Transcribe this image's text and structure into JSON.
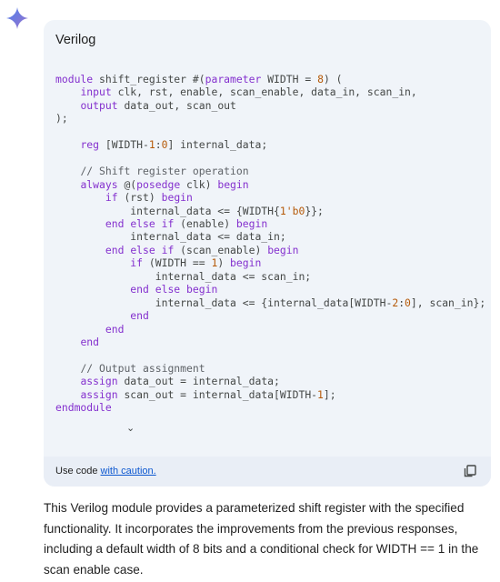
{
  "code_block": {
    "language": "Verilog",
    "lines": [
      [
        {
          "t": "kw",
          "v": "module"
        },
        {
          "t": "",
          "v": " shift_register #("
        },
        {
          "t": "kw",
          "v": "parameter"
        },
        {
          "t": "",
          "v": " WIDTH = "
        },
        {
          "t": "nm",
          "v": "8"
        },
        {
          "t": "",
          "v": ") ("
        }
      ],
      [
        {
          "t": "",
          "v": "    "
        },
        {
          "t": "kw",
          "v": "input"
        },
        {
          "t": "",
          "v": " clk, rst, enable, scan_enable, data_in, scan_in,"
        }
      ],
      [
        {
          "t": "",
          "v": "    "
        },
        {
          "t": "kw",
          "v": "output"
        },
        {
          "t": "",
          "v": " data_out, scan_out"
        }
      ],
      [
        {
          "t": "",
          "v": ");"
        }
      ],
      [],
      [
        {
          "t": "",
          "v": "    "
        },
        {
          "t": "kw",
          "v": "reg"
        },
        {
          "t": "",
          "v": " [WIDTH-"
        },
        {
          "t": "nm",
          "v": "1"
        },
        {
          "t": "",
          "v": ":"
        },
        {
          "t": "nm",
          "v": "0"
        },
        {
          "t": "",
          "v": "] internal_data;"
        }
      ],
      [],
      [
        {
          "t": "",
          "v": "    "
        },
        {
          "t": "cm",
          "v": "// Shift register operation"
        }
      ],
      [
        {
          "t": "",
          "v": "    "
        },
        {
          "t": "kw",
          "v": "always"
        },
        {
          "t": "",
          "v": " @("
        },
        {
          "t": "kw",
          "v": "posedge"
        },
        {
          "t": "",
          "v": " clk) "
        },
        {
          "t": "kw",
          "v": "begin"
        }
      ],
      [
        {
          "t": "",
          "v": "        "
        },
        {
          "t": "kw",
          "v": "if"
        },
        {
          "t": "",
          "v": " (rst) "
        },
        {
          "t": "kw",
          "v": "begin"
        }
      ],
      [
        {
          "t": "",
          "v": "            internal_data <= {WIDTH{"
        },
        {
          "t": "nm",
          "v": "1'b0"
        },
        {
          "t": "",
          "v": "}};"
        }
      ],
      [
        {
          "t": "",
          "v": "        "
        },
        {
          "t": "kw",
          "v": "end"
        },
        {
          "t": "",
          "v": " "
        },
        {
          "t": "kw",
          "v": "else"
        },
        {
          "t": "",
          "v": " "
        },
        {
          "t": "kw",
          "v": "if"
        },
        {
          "t": "",
          "v": " (enable) "
        },
        {
          "t": "kw",
          "v": "begin"
        }
      ],
      [
        {
          "t": "",
          "v": "            internal_data <= data_in;"
        }
      ],
      [
        {
          "t": "",
          "v": "        "
        },
        {
          "t": "kw",
          "v": "end"
        },
        {
          "t": "",
          "v": " "
        },
        {
          "t": "kw",
          "v": "else"
        },
        {
          "t": "",
          "v": " "
        },
        {
          "t": "kw",
          "v": "if"
        },
        {
          "t": "",
          "v": " (scan_enable) "
        },
        {
          "t": "kw",
          "v": "begin"
        }
      ],
      [
        {
          "t": "",
          "v": "            "
        },
        {
          "t": "kw",
          "v": "if"
        },
        {
          "t": "",
          "v": " (WIDTH == "
        },
        {
          "t": "nm",
          "v": "1"
        },
        {
          "t": "",
          "v": ") "
        },
        {
          "t": "kw",
          "v": "begin"
        }
      ],
      [
        {
          "t": "",
          "v": "                internal_data <= scan_in;"
        }
      ],
      [
        {
          "t": "",
          "v": "            "
        },
        {
          "t": "kw",
          "v": "end"
        },
        {
          "t": "",
          "v": " "
        },
        {
          "t": "kw",
          "v": "else"
        },
        {
          "t": "",
          "v": " "
        },
        {
          "t": "kw",
          "v": "begin"
        }
      ],
      [
        {
          "t": "",
          "v": "                internal_data <= {internal_data[WIDTH-"
        },
        {
          "t": "nm",
          "v": "2"
        },
        {
          "t": "",
          "v": ":"
        },
        {
          "t": "nm",
          "v": "0"
        },
        {
          "t": "",
          "v": "], scan_in};"
        }
      ],
      [
        {
          "t": "",
          "v": "            "
        },
        {
          "t": "kw",
          "v": "end"
        }
      ],
      [
        {
          "t": "",
          "v": "        "
        },
        {
          "t": "kw",
          "v": "end"
        }
      ],
      [
        {
          "t": "",
          "v": "    "
        },
        {
          "t": "kw",
          "v": "end"
        }
      ],
      [],
      [
        {
          "t": "",
          "v": "    "
        },
        {
          "t": "cm",
          "v": "// Output assignment"
        }
      ],
      [
        {
          "t": "",
          "v": "    "
        },
        {
          "t": "kw",
          "v": "assign"
        },
        {
          "t": "",
          "v": " data_out = internal_data;"
        }
      ],
      [
        {
          "t": "",
          "v": "    "
        },
        {
          "t": "kw",
          "v": "assign"
        },
        {
          "t": "",
          "v": " scan_out = internal_data[WIDTH-"
        },
        {
          "t": "nm",
          "v": "1"
        },
        {
          "t": "",
          "v": "];"
        }
      ],
      [
        {
          "t": "kw",
          "v": "endmodule"
        }
      ]
    ],
    "footer": {
      "prefix": "Use code ",
      "link_text": "with caution."
    }
  },
  "response_text": "This Verilog module provides a parameterized shift register with the specified functionality. It incorporates the improvements from the previous responses, including a default width of 8 bits and a conditional check for WIDTH == 1 in the scan enable case.",
  "colors": {
    "keyword": "#8430ce",
    "comment": "#5f6368",
    "number": "#b55908",
    "code_bg": "#f0f4f9",
    "link": "#0b57d0",
    "sparkle": "#4b86f0"
  }
}
